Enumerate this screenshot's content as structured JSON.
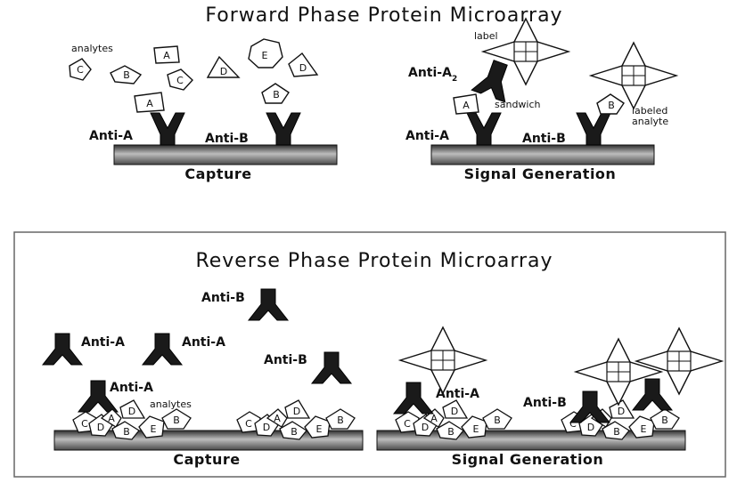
{
  "forward": {
    "title": "Forward Phase Protein Microarray",
    "analytes_label": "analytes",
    "anti_a": "Anti-A",
    "anti_b": "Anti-B",
    "anti_a2_base": "Anti-A",
    "anti_a2_sub": "2",
    "label_text": "label",
    "sandwich_text": "sandwich",
    "labeled_line1": "labeled",
    "labeled_line2": "analyte",
    "capture": "Capture",
    "signal": "Signal Generation",
    "letters": {
      "A": "A",
      "B": "B",
      "C": "C",
      "D": "D",
      "E": "E"
    }
  },
  "reverse": {
    "title": "Reverse Phase Protein Microarray",
    "anti_a": "Anti-A",
    "anti_b": "Anti-B",
    "analytes_label": "analytes",
    "capture": "Capture",
    "signal": "Signal Generation"
  },
  "colors": {
    "antibody": "#1a1a1a",
    "substrate_dark": "#3a3a3a",
    "substrate_light": "#bdbdbd",
    "outline": "#111111",
    "panel_border": "#666666"
  }
}
